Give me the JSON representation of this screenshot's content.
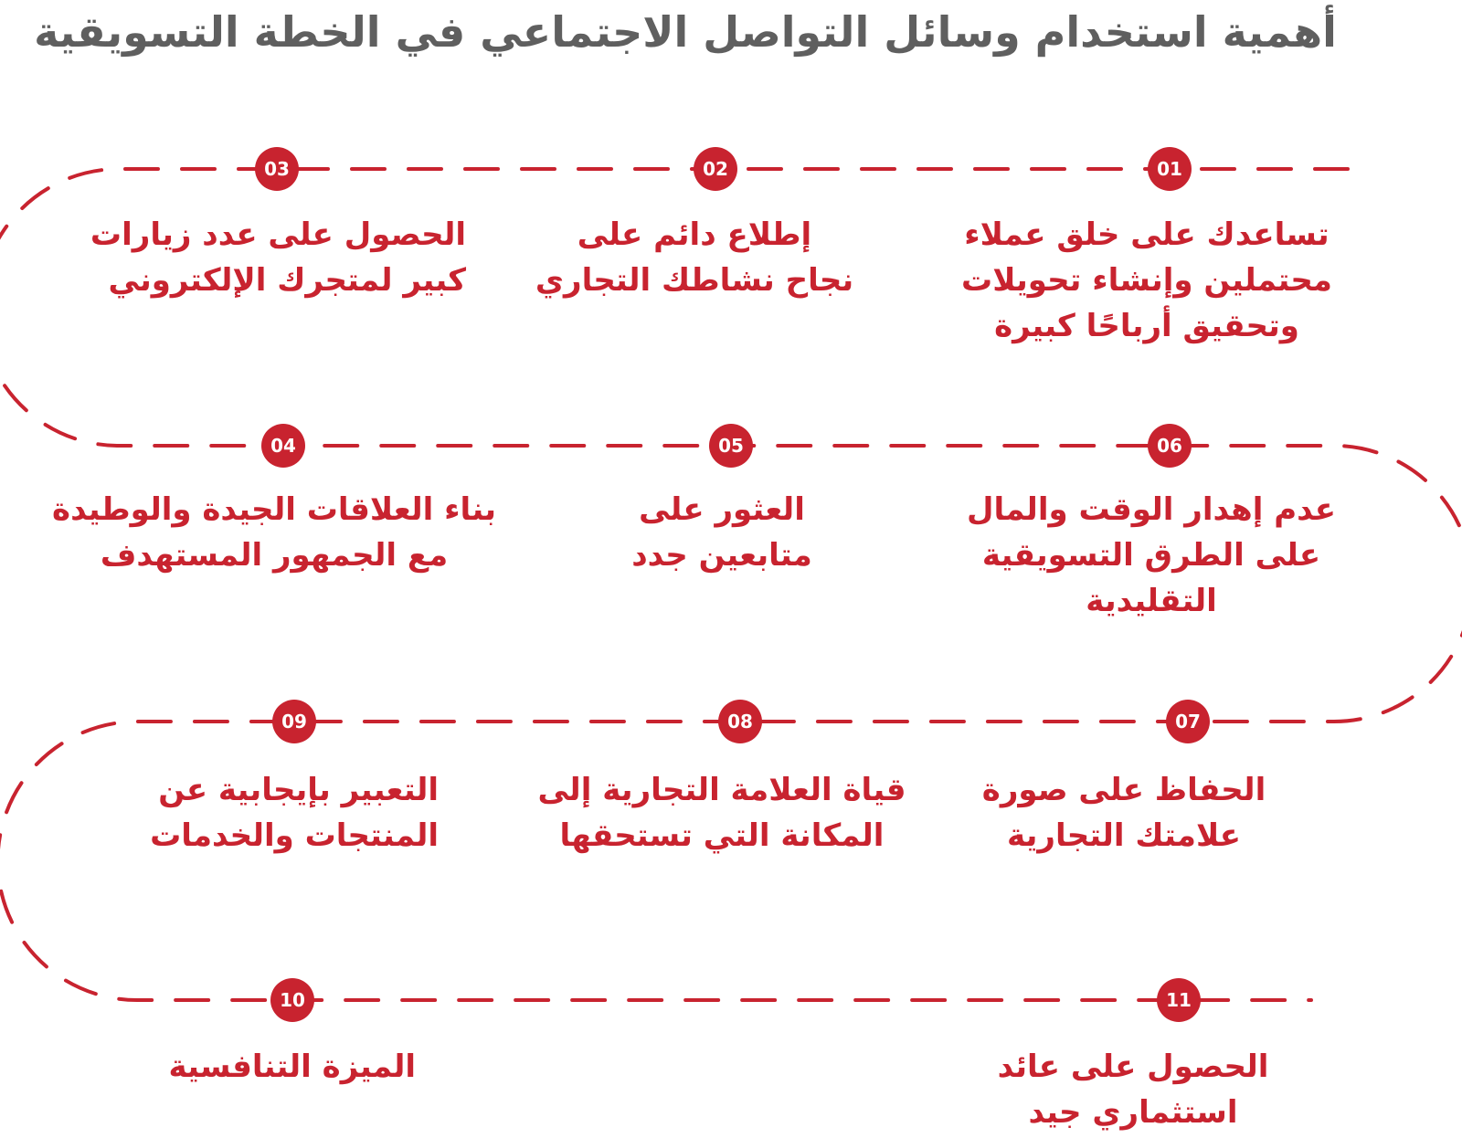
{
  "title": "أهمية استخدام وسائل التواصل الاجتماعي في الخطة التسويقية",
  "colors": {
    "accent": "#c8232f",
    "title": "#5f5f5f",
    "number_text": "#ffffff"
  },
  "steps": [
    {
      "number": "01",
      "text": "تساعدك على خلق عملاء\nمحتملين وإنشاء تحويلات\nوتحقيق أرباحًا كبيرة"
    },
    {
      "number": "02",
      "text": "إطلاع دائم على\nنجاح نشاطك التجاري"
    },
    {
      "number": "03",
      "text": "الحصول على عدد زيارات\nكبير لمتجرك الإلكتروني"
    },
    {
      "number": "04",
      "text": "بناء العلاقات الجيدة والوطيدة\nمع الجمهور المستهدف"
    },
    {
      "number": "05",
      "text": "العثور على\nمتابعين جدد"
    },
    {
      "number": "06",
      "text": "عدم إهدار الوقت والمال\nعلى الطرق التسويقية\nالتقليدية"
    },
    {
      "number": "07",
      "text": "الحفاظ على صورة\nعلامتك التجارية"
    },
    {
      "number": "08",
      "text": "قياة العلامة التجارية إلى\nالمكانة التي تستحقها"
    },
    {
      "number": "09",
      "text": "التعبير بإيجابية عن\nالمنتجات والخدمات"
    },
    {
      "number": "10",
      "text": "الميزة التنافسية"
    },
    {
      "number": "11",
      "text": "الحصول على عائد\nاستثماري جيد"
    }
  ]
}
